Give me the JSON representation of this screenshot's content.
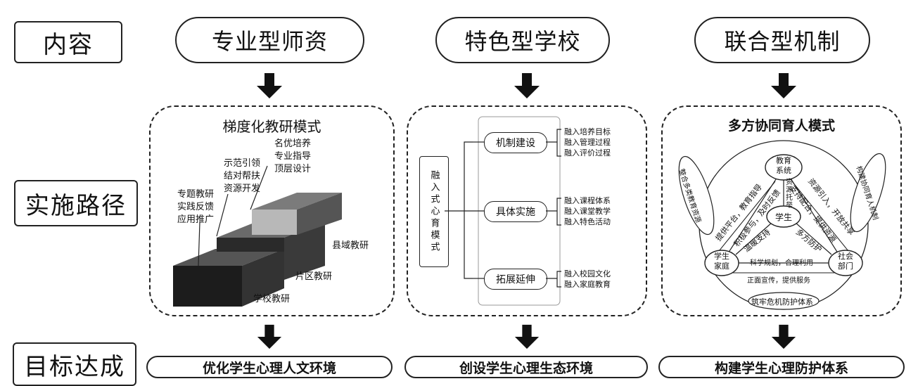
{
  "rows": {
    "content": "内容",
    "path": "实施路径",
    "goal": "目标达成"
  },
  "columns": [
    {
      "title": "专业型师资",
      "goal": "优化学生心理人文环境"
    },
    {
      "title": "特色型学校",
      "goal": "创设学生心理生态环境"
    },
    {
      "title": "联合型机制",
      "goal": "构建学生心理防护体系"
    }
  ],
  "panel1": {
    "title": "梯度化教研模式",
    "top_labels": [
      "名优培养",
      "专业指导",
      "顶层设计"
    ],
    "mid_labels": [
      "示范引领",
      "结对帮扶",
      "资源开发"
    ],
    "low_labels": [
      "专题教研",
      "实践反馈",
      "应用推广"
    ],
    "steps": [
      "县域教研",
      "片区教研",
      "学校教研"
    ]
  },
  "panel2": {
    "root": "融入式心育模式",
    "branches": [
      {
        "label": "机制建设",
        "items": [
          "融入培养目标",
          "融入管理过程",
          "融入评价过程"
        ]
      },
      {
        "label": "具体实施",
        "items": [
          "融入课程体系",
          "融入课堂教学",
          "融入特色活动"
        ]
      },
      {
        "label": "拓展延伸",
        "items": [
          "融入校园文化",
          "融入家庭教育"
        ]
      }
    ]
  },
  "panel3": {
    "title": "多方协同育人模式",
    "center": "学生",
    "nodes": {
      "edu": "教育系统",
      "family": "学生家庭",
      "society": "社会部门"
    },
    "arc_left": "整合多类教育资源",
    "arc_right": "构建协同育人机制",
    "arc_bottom": "筑牢危机防护体系",
    "edge_texts": {
      "edu_family_outer": "提供平台，教育指导",
      "edu_family_inner": "积极参与，及时反馈",
      "edu_society_outer": "资源引入，开放共享",
      "edu_society_inner": "支持配合，提供资源",
      "edu_student": "资源托举",
      "family_student": "温暖支持",
      "society_student": "多方防护",
      "family_society_top": "科学规划，合理利用",
      "family_society_bottom": "正面宣传，提供服务"
    }
  }
}
